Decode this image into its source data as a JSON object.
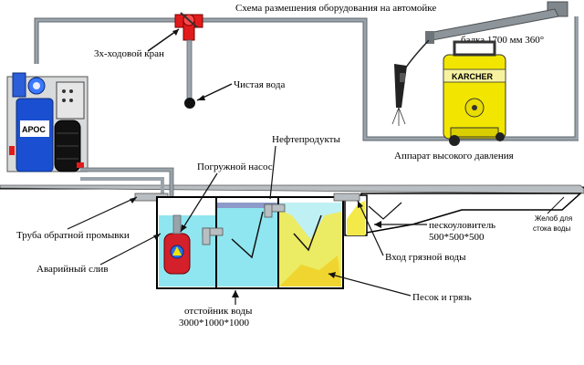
{
  "title": "Схема размешения оборудования на автомойке",
  "labels": {
    "valve": "3х-ходовой кран",
    "clean_water": "Чистая вода",
    "beam": "балка 1700 мм 360°",
    "karcher_brand": "KARCHER",
    "aros_brand": "АРОС",
    "high_pressure": "Аппарат высокого давления",
    "oil_products": "Нефтепродукты",
    "pump": "Погружной насос",
    "backwash_pipe": "Труба обратной промывки",
    "emergency_drain": "Аварийный слив",
    "settler_line1": "отстойник воды",
    "settler_line2": "3000*1000*1000",
    "sand_trap_line1": "пескоуловитель",
    "sand_trap_line2": "500*500*500",
    "gutter_line1": "Желоб для",
    "gutter_line2": "стока воды",
    "dirty_inlet": "Вход грязной воды",
    "sand_dirt": "Песок и грязь"
  },
  "colors": {
    "pipe": "#9aa3aa",
    "water": "#8fe6f0",
    "tank_outline": "#000000",
    "karcher_yellow": "#f2e600",
    "valve_red": "#e11b1b",
    "sand": "#f3ea4a",
    "aros_blue": "#1a4fd1",
    "pump_red": "#d4202a"
  }
}
